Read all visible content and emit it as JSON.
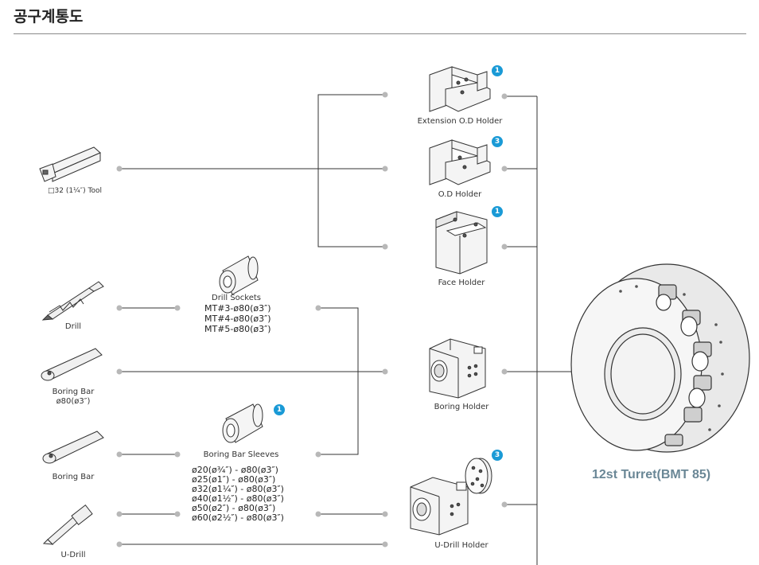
{
  "page_title": "공구계통도",
  "tools": {
    "square_tool": "□32 (1¼″) Tool",
    "drill": "Drill",
    "boring_bar_1": "Boring Bar",
    "boring_bar_1_size": "ø80(ø3″)",
    "boring_bar_2": "Boring Bar",
    "u_drill": "U-Drill"
  },
  "sockets": {
    "title": "Drill Sockets",
    "specs": [
      "MT#3-ø80(ø3″)",
      "MT#4-ø80(ø3″)",
      "MT#5-ø80(ø3″)"
    ]
  },
  "sleeves": {
    "title": "Boring Bar Sleeves",
    "badge": "1",
    "specs": [
      "ø20(ø¾″)  - ø80(ø3″)",
      "ø25(ø1″)   - ø80(ø3″)",
      "ø32(ø1¼″) - ø80(ø3″)",
      "ø40(ø1½″) - ø80(ø3″)",
      "ø50(ø2″)   - ø80(ø3″)",
      "ø60(ø2½″) - ø80(ø3″)"
    ]
  },
  "holders": [
    {
      "label": "Extension O.D Holder",
      "badge": "1"
    },
    {
      "label": "O.D Holder",
      "badge": "3"
    },
    {
      "label": "Face Holder",
      "badge": "1"
    },
    {
      "label": "Boring Holder",
      "badge": ""
    },
    {
      "label": "U-Drill Holder",
      "badge": "3"
    }
  ],
  "turret": {
    "label": "12st Turret(BMT 85)"
  },
  "colors": {
    "accent": "#1a9ad6",
    "turret_label": "#6a8796",
    "line": "#333333",
    "dot": "#b8b8b8"
  }
}
